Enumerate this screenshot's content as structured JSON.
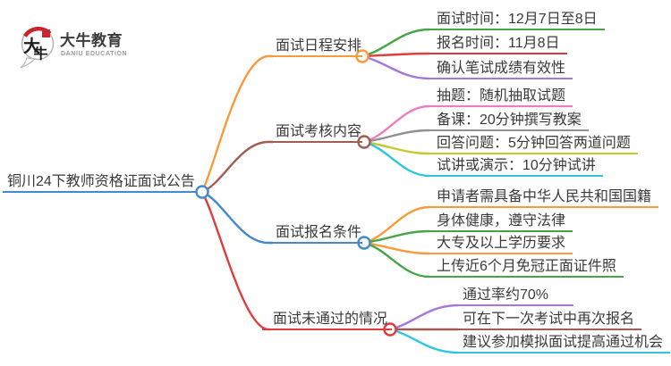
{
  "logo": {
    "bubble_char_top": "大",
    "bubble_char_bottom": "牛",
    "brand": "大牛教育",
    "subtitle": "DANIU EDUCATION",
    "seal_color": "#c9252d"
  },
  "root": {
    "label": "铜川24下教师资格证面试公告",
    "color": "#4289cd"
  },
  "branches": [
    {
      "label": "面试日程安排",
      "color": "#f79b3d",
      "leaves": [
        {
          "label": "面试时间：12月7日至8日",
          "color": "#46a546"
        },
        {
          "label": "报名时间：11月8日",
          "color": "#e03c3b"
        },
        {
          "label": "确认笔试成绩有效性",
          "color": "#a478d8"
        }
      ]
    },
    {
      "label": "面试考核内容",
      "color": "#a05d52",
      "leaves": [
        {
          "label": "抽题：随机抽取试题",
          "color": "#ef7cc3"
        },
        {
          "label": "备课：20分钟撰写教案",
          "color": "#909090"
        },
        {
          "label": "回答问题：5分钟回答两道问题",
          "color": "#c8c832"
        },
        {
          "label": "试讲或演示：10分钟试讲",
          "color": "#30c6e2"
        }
      ]
    },
    {
      "label": "面试报名条件",
      "color": "#4289cd",
      "leaves": [
        {
          "label": "申请者需具备中华人民共和国国籍",
          "color": "#f79b3d"
        },
        {
          "label": "身体健康，遵守法律",
          "color": "#46a546"
        },
        {
          "label": "大专及以上学历要求",
          "color": "#f79b3d"
        },
        {
          "label": "上传近6个月免冠正面证件照",
          "color": "#46a546"
        }
      ]
    },
    {
      "label": "面试未通过的情况",
      "color": "#e03c3b",
      "leaves": [
        {
          "label": "通过率约70%",
          "color": "#a478d8"
        },
        {
          "label": "可在下一次考试中再次报名",
          "color": "#a05d52"
        },
        {
          "label": "建议参加模拟面试提高通过机会",
          "color": "#30c6e2"
        }
      ]
    }
  ]
}
